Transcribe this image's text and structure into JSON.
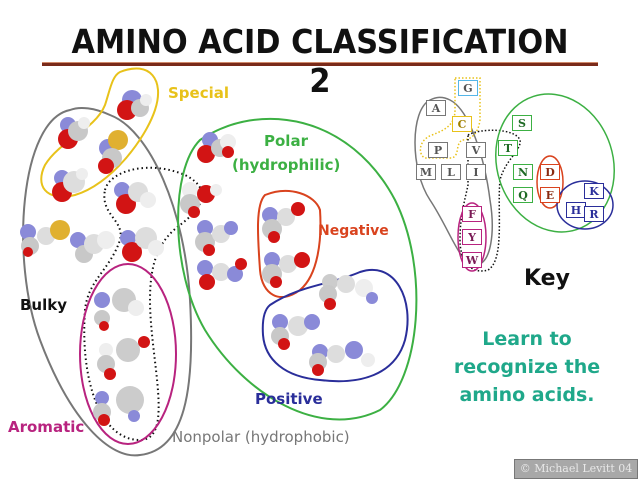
{
  "title": "AMINO ACID CLASSIFICATION 2",
  "labels": {
    "special": "Special",
    "polar": "Polar",
    "polar_sub": "(hydrophilic)",
    "negative": "Negative",
    "positive": "Positive",
    "bulky": "Bulky",
    "aromatic": "Aromatic",
    "nonpolar": "Nonpolar (hydrophobic)",
    "key": "Key"
  },
  "learn_note": [
    "Learn to",
    "recognize the",
    "amino acids."
  ],
  "credit": "© Michael Levitt 04",
  "colors": {
    "special": "#e8c21a",
    "polar": "#3cb043",
    "negative": "#d9431e",
    "positive": "#2a2e9a",
    "nonpolar": "#777777",
    "aromatic": "#b8237f",
    "bulky": "#111111",
    "glycine": "#55b6e8",
    "note": "#1fa88a"
  },
  "key": {
    "letters": [
      {
        "letter": "G",
        "group": "special-glycine"
      },
      {
        "letter": "A",
        "group": "nonpolar"
      },
      {
        "letter": "C",
        "group": "special"
      },
      {
        "letter": "P",
        "group": "nonpolar"
      },
      {
        "letter": "V",
        "group": "nonpolar"
      },
      {
        "letter": "M",
        "group": "nonpolar"
      },
      {
        "letter": "L",
        "group": "nonpolar"
      },
      {
        "letter": "I",
        "group": "nonpolar"
      },
      {
        "letter": "F",
        "group": "aromatic"
      },
      {
        "letter": "Y",
        "group": "aromatic"
      },
      {
        "letter": "W",
        "group": "aromatic"
      },
      {
        "letter": "S",
        "group": "polar"
      },
      {
        "letter": "T",
        "group": "polar"
      },
      {
        "letter": "N",
        "group": "polar"
      },
      {
        "letter": "Q",
        "group": "polar"
      },
      {
        "letter": "D",
        "group": "negative"
      },
      {
        "letter": "E",
        "group": "negative"
      },
      {
        "letter": "K",
        "group": "positive"
      },
      {
        "letter": "H",
        "group": "positive"
      },
      {
        "letter": "R",
        "group": "positive"
      }
    ]
  }
}
